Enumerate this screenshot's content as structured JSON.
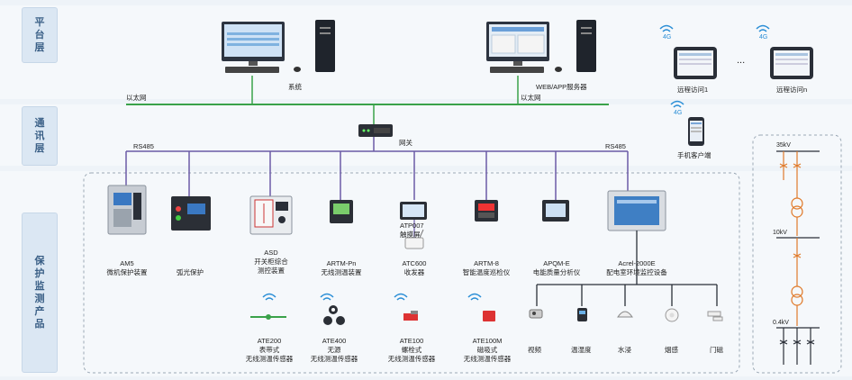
{
  "layers": {
    "platform": [
      "平",
      "台",
      "层"
    ],
    "comm": [
      "通",
      "讯",
      "层"
    ],
    "protect": [
      "保",
      "护",
      "监",
      "测",
      "产",
      "品"
    ]
  },
  "platform": {
    "system_label": "系统",
    "web_label": "WEB/APP服务器",
    "ethernet_left": "以太网",
    "ethernet_right": "以太网",
    "remote1": "远程访问1",
    "ellipsis": "...",
    "remoten": "远程访问n",
    "wifi_4g": "4G",
    "mobile_label": "手机客户端"
  },
  "comm": {
    "gateway_label": "网关",
    "rs485_left": "RS485",
    "rs485_right": "RS485"
  },
  "devices": [
    {
      "line1": "AM5",
      "line2": "微机保护装置"
    },
    {
      "line1": "",
      "line2": "弧光保护"
    },
    {
      "line1": "ASD",
      "line2": "开关柜综合",
      "line3": "测控装置"
    },
    {
      "line1": "ARTM-Pn",
      "line2": "无线测温装置"
    },
    {
      "line1": "ATC600",
      "line2": "收发器"
    },
    {
      "line1": "ARTM-8",
      "line2": "智能温度巡检仪"
    },
    {
      "line1": "APQM-E",
      "line2": "电能质量分析仪"
    },
    {
      "line1": "Acrel-2000E",
      "line2": "配电室环境监控设备"
    }
  ],
  "atp": {
    "line1": "ATP007",
    "line2": "触摸屏"
  },
  "sensors": [
    {
      "line1": "ATE200",
      "line2": "表带式",
      "line3": "无线测温传感器"
    },
    {
      "line1": "ATE400",
      "line2": "无源",
      "line3": "无线测温传感器"
    },
    {
      "line1": "ATE100",
      "line2": "螺栓式",
      "line3": "无线测温传感器"
    },
    {
      "line1": "ATE100M",
      "line2": "磁吸式",
      "line3": "无线测温传感器"
    }
  ],
  "env": [
    "视频",
    "温湿度",
    "水浸",
    "烟感",
    "门磁"
  ],
  "wiring": {
    "v35": "35kV",
    "v10": "10kV",
    "v04": "0.4kV"
  },
  "colors": {
    "ethernet": "#3aa24a",
    "rs485": "#6b5aa6",
    "tab_bg": "#dbe7f3",
    "accent": "#e07a2a"
  }
}
